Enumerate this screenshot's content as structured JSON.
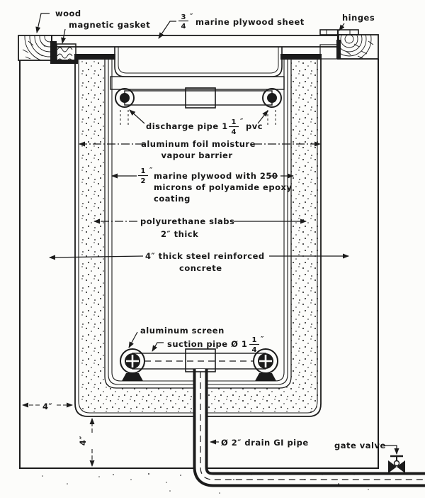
{
  "diagram": {
    "type": "construction cross-section",
    "colors": {
      "ink": "#1b1b1b",
      "paper": "#fcfcfa"
    },
    "labels": {
      "wood": "wood",
      "magnetic_gasket": "magnetic gasket",
      "plywood_sheet": {
        "frac_num": "3",
        "frac_den": "4",
        "unit": "″",
        "text": "marine plywood sheet"
      },
      "hinges": "hinges",
      "discharge": {
        "pre": "discharge pipe 1",
        "frac_num": "1",
        "frac_den": "4",
        "unit": "″",
        "post": "pvc"
      },
      "foil_line1": "aluminum foil moisture",
      "foil_line2": "vapour barrier",
      "wall_plywood": {
        "frac_num": "1",
        "frac_den": "2",
        "unit": "″",
        "line1": "marine plywood with 250",
        "line2": "microns of polyamide epoxy",
        "line3": "coating"
      },
      "polyurethane_line1": "polyurethane slabs",
      "polyurethane_line2": "2″ thick",
      "concrete_line1": "4″ thick steel reinforced",
      "concrete_line2": "concrete",
      "aluminum_screen": "aluminum screen",
      "suction": {
        "pre": "suction pipe Ø 1",
        "frac_num": "1",
        "frac_den": "4",
        "unit": "″"
      },
      "dim_horizontal": "4″",
      "dim_vertical": "4″",
      "drain": "Ø 2″ drain GI pipe",
      "gate_valve": "gate valve"
    }
  }
}
